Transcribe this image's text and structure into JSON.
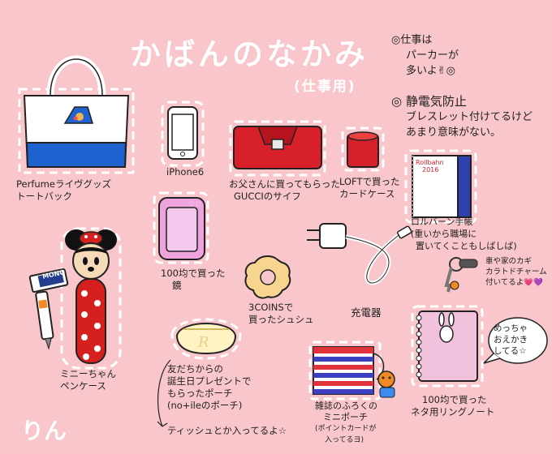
{
  "title": "かばんのなかみ",
  "subtitle": "(仕事用)",
  "signature": "りん",
  "notes": [
    "◎仕事は",
    "パーカーが",
    "多いよ✌◎",
    "◎ 静電気防止",
    "ブレスレット付けてるけど",
    "あまり意味がない。"
  ],
  "items": {
    "tote": [
      "Perfumeライヴグッズ",
      "トートバック"
    ],
    "iphone": [
      "iPhone6"
    ],
    "wallet": [
      "お父さんに買ってもらった",
      "GUCCIのサイフ"
    ],
    "cardcase": [
      "LOFTで買った",
      "カードケース"
    ],
    "notebook": [
      "ロルバーン手帳",
      "(重いから職場に",
      "置いてくこともしばしば)"
    ],
    "notebook_cover": [
      "Rollbahn",
      "2016"
    ],
    "keys": [
      "車や家のカギ",
      "カラトドチャーム",
      "付いてるよ💗💜"
    ],
    "mirror": [
      "100均で買った",
      "鏡"
    ],
    "scrunchie": [
      "3COINSで",
      "買ったシュシュ"
    ],
    "charger": [
      "充電器"
    ],
    "pencase": [
      "ミニーちゃん",
      "ペンケース"
    ],
    "eraser": "MONO",
    "pouch": [
      "友だちからの",
      "誕生日プレゼントで",
      "もらったポーチ",
      "(no+ileのポーチ)"
    ],
    "pouch_bottom": "ティッシュとか入ってるよ☆",
    "magazine_pouch": [
      "雑誌のふろくの",
      "ミニポーチ",
      "(ポイントカードが",
      "入ってるヨ)"
    ],
    "ringnote": [
      "100均で買った",
      "ネタ用リングノート"
    ],
    "speech": [
      "めっちゃ",
      "おえかき",
      "してる☆"
    ]
  },
  "colors": {
    "background": "#F9C6CC",
    "tote_blue": "#1E62D0",
    "wallet_red": "#D8202A",
    "notebook_blue": "#2E3FAE",
    "mirror_pink": "#EEA3DC",
    "scrunchie": "#F7D58F",
    "pencase_red": "#D6201E",
    "stripe_blue": "#3C3FBF",
    "stripe_red": "#E0323B",
    "ringnote_pink": "#F2C1DE"
  }
}
